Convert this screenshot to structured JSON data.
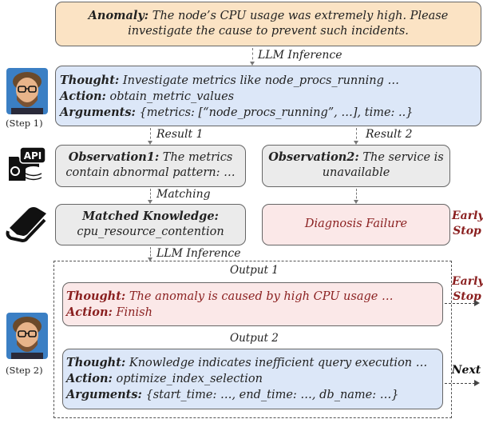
{
  "anomaly": {
    "label": "Anomaly:",
    "text1": " The node’s CPU usage was extremely high. Please",
    "text2": "investigate the cause to prevent such incidents."
  },
  "step1": {
    "caption": "(Step 1)",
    "thought_label": "Thought:",
    "thought": " Investigate metrics like node_procs_running …",
    "action_label": "Action:",
    "action": " obtain_metric_values",
    "args_label": "Arguments:",
    "args": " {metrics: [“node_procs_running”, …], time: ..}"
  },
  "labels": {
    "llm1": "LLM Inference",
    "result1": "Result 1",
    "result2": "Result 2",
    "matching": "Matching",
    "llm2": "LLM Inference",
    "output1": "Output 1",
    "output2": "Output 2"
  },
  "obs1": {
    "label": "Observation1:",
    "text1": " The metrics",
    "text2": "contain abnormal pattern: …"
  },
  "obs2": {
    "label": "Observation2:",
    "text1": " The service is",
    "text2": "unavailable"
  },
  "knowledge": {
    "label": "Matched Knowledge:",
    "text": "cpu_resource_contention"
  },
  "failure": "Diagnosis Failure",
  "early_stop_1": [
    "Early",
    "Stop"
  ],
  "early_stop_2": [
    "Early",
    "Stop"
  ],
  "next": "Next",
  "icon_api": "API",
  "step2": {
    "caption": "(Step 2)",
    "out1": {
      "thought_label": "Thought:",
      "thought": " The anomaly is caused by high CPU usage …",
      "action_label": "Action:",
      "action": "  Finish"
    },
    "out2": {
      "thought_label": "Thought:",
      "thought": " Knowledge indicates inefficient query execution …",
      "action_label": "Action:",
      "action": "  optimize_index_selection",
      "args_label": "Arguments:",
      "args": " {start_time: …, end_time: …, db_name: …}"
    }
  },
  "colors": {
    "anomaly_bg": "#fbe3c4",
    "blue_bg": "#dce7f8",
    "gray_bg": "#ebebeb",
    "pink_bg": "#fbe8e8",
    "red_text": "#8a1f1f"
  }
}
